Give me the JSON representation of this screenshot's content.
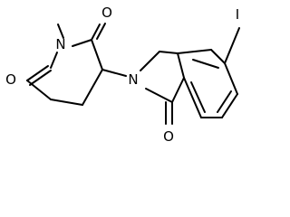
{
  "molecule": {
    "atoms": {
      "o1": "O",
      "n_piperidine": "N",
      "methyl": "",
      "o2": "O",
      "n_isoindolinone": "N",
      "iodine": "I",
      "o3": "O"
    }
  }
}
